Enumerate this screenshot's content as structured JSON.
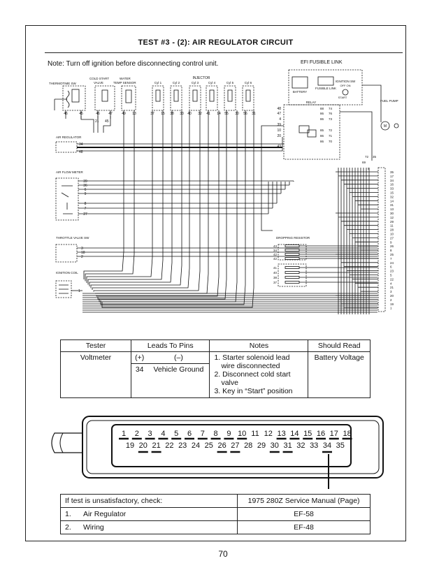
{
  "page_title": "TEST #3 - (2): AIR REGULATOR CIRCUIT",
  "note": "Note: Turn off ignition before disconnecting control unit.",
  "diagram": {
    "top_labels": {
      "efi_fusible_link": "EFI FUSIBLE LINK",
      "battery": "BATTERY",
      "fusible_link": "FUSIBLE LINK",
      "ignition_sw": "IGNITION SW",
      "off_on": "OFF ON",
      "start": "START",
      "relay": "RELAY",
      "fuel_pump": "FUEL PUMP",
      "thermotime_sw": "THERMOTIME SW",
      "cold_start_valve": "COLD START VALVE",
      "water_temp_sensor": "WATER TEMP SENSOR",
      "injector": "INJECTOR",
      "air_regulator": "AIR REGULATOR",
      "air_flow_meter": "AIR FLOW METER",
      "throttle_valve_sw": "THROTTLE VALVE SW",
      "ignition_coil": "IGNITION COIL",
      "dropping_resistor": "DROPPING RESISTOR"
    },
    "cylinders": [
      "Cyl 1",
      "Cyl 2",
      "Cyl 3",
      "Cyl 4",
      "Cyl 5",
      "Cyl 6"
    ],
    "component_pins": [
      "46",
      "45",
      "46",
      "47",
      "49",
      "13",
      "37",
      "15",
      "38",
      "33",
      "40",
      "32",
      "41",
      "14",
      "55",
      "30",
      "56",
      "31"
    ],
    "thermotime_inner_pins": [
      "21",
      "45"
    ],
    "air_regulator_pins": [
      "34",
      "48"
    ],
    "air_flow_meter_pins": [
      "39",
      "36",
      "6",
      "9",
      "8",
      "7",
      "27"
    ],
    "throttle_pins": [
      "3",
      "18",
      "2"
    ],
    "ignition_coil_pin": "1",
    "relay_left_pins": [
      "48",
      "47",
      "4",
      "39",
      "10",
      "20",
      "43"
    ],
    "relay_right_pins": [
      "88",
      "86",
      "86",
      "85",
      "86",
      "86"
    ],
    "relay_right_nums": [
      "74",
      "76",
      "73",
      "72",
      "71",
      "70"
    ],
    "relay_bottom_pins": [
      "72",
      "35",
      "69",
      "5"
    ],
    "dropping_pins": [
      "43",
      "34",
      "42",
      "42",
      "41",
      "40",
      "38",
      "37"
    ],
    "connector_side_pins": [
      "35",
      "17",
      "34",
      "16",
      "33",
      "15",
      "32",
      "14",
      "31",
      "13",
      "30",
      "12",
      "29",
      "11",
      "28",
      "10",
      "27",
      "9",
      "26",
      "8",
      "25",
      "7",
      "24",
      "6",
      "23",
      "5",
      "22",
      "4",
      "21",
      "3",
      "20",
      "2",
      "19",
      "1"
    ]
  },
  "tester_table": {
    "headers": [
      "Tester",
      "Leads To Pins",
      "Notes",
      "Should Read"
    ],
    "tester": "Voltmeter",
    "plus": "(+)",
    "minus": "(–)",
    "plus_pin": "34",
    "minus_pin": "Vehicle Ground",
    "notes": [
      "1. Starter solenoid lead wire disconnected",
      "2. Disconnect cold start valve",
      "3. Key in “Start” position"
    ],
    "should_read": "Battery Voltage"
  },
  "connector": {
    "top_row": [
      "1",
      "2",
      "3",
      "4",
      "5",
      "6",
      "7",
      "8",
      "9",
      "10",
      "11",
      "12",
      "13",
      "14",
      "15",
      "16",
      "17",
      "18"
    ],
    "bottom_row": [
      "19",
      "20",
      "21",
      "22",
      "23",
      "24",
      "25",
      "26",
      "27",
      "28",
      "29",
      "30",
      "31",
      "32",
      "33",
      "34",
      "35"
    ],
    "underlined_top": [
      "1",
      "2",
      "3",
      "4",
      "5",
      "6",
      "7",
      "8",
      "9",
      "10",
      "13",
      "14",
      "15",
      "16",
      "17",
      "18"
    ],
    "underlined_bottom": [
      "20",
      "21",
      "26",
      "27",
      "30",
      "31",
      "34"
    ],
    "highlighted_pin": "34"
  },
  "check_table": {
    "header_left": "If test is unsatisfactory, check:",
    "header_right": "1975 280Z Service Manual (Page)",
    "rows": [
      {
        "num": "1.",
        "item": "Air Regulator",
        "page": "EF-58"
      },
      {
        "num": "2.",
        "item": "Wiring",
        "page": "EF-48"
      }
    ]
  },
  "page_number": "70"
}
